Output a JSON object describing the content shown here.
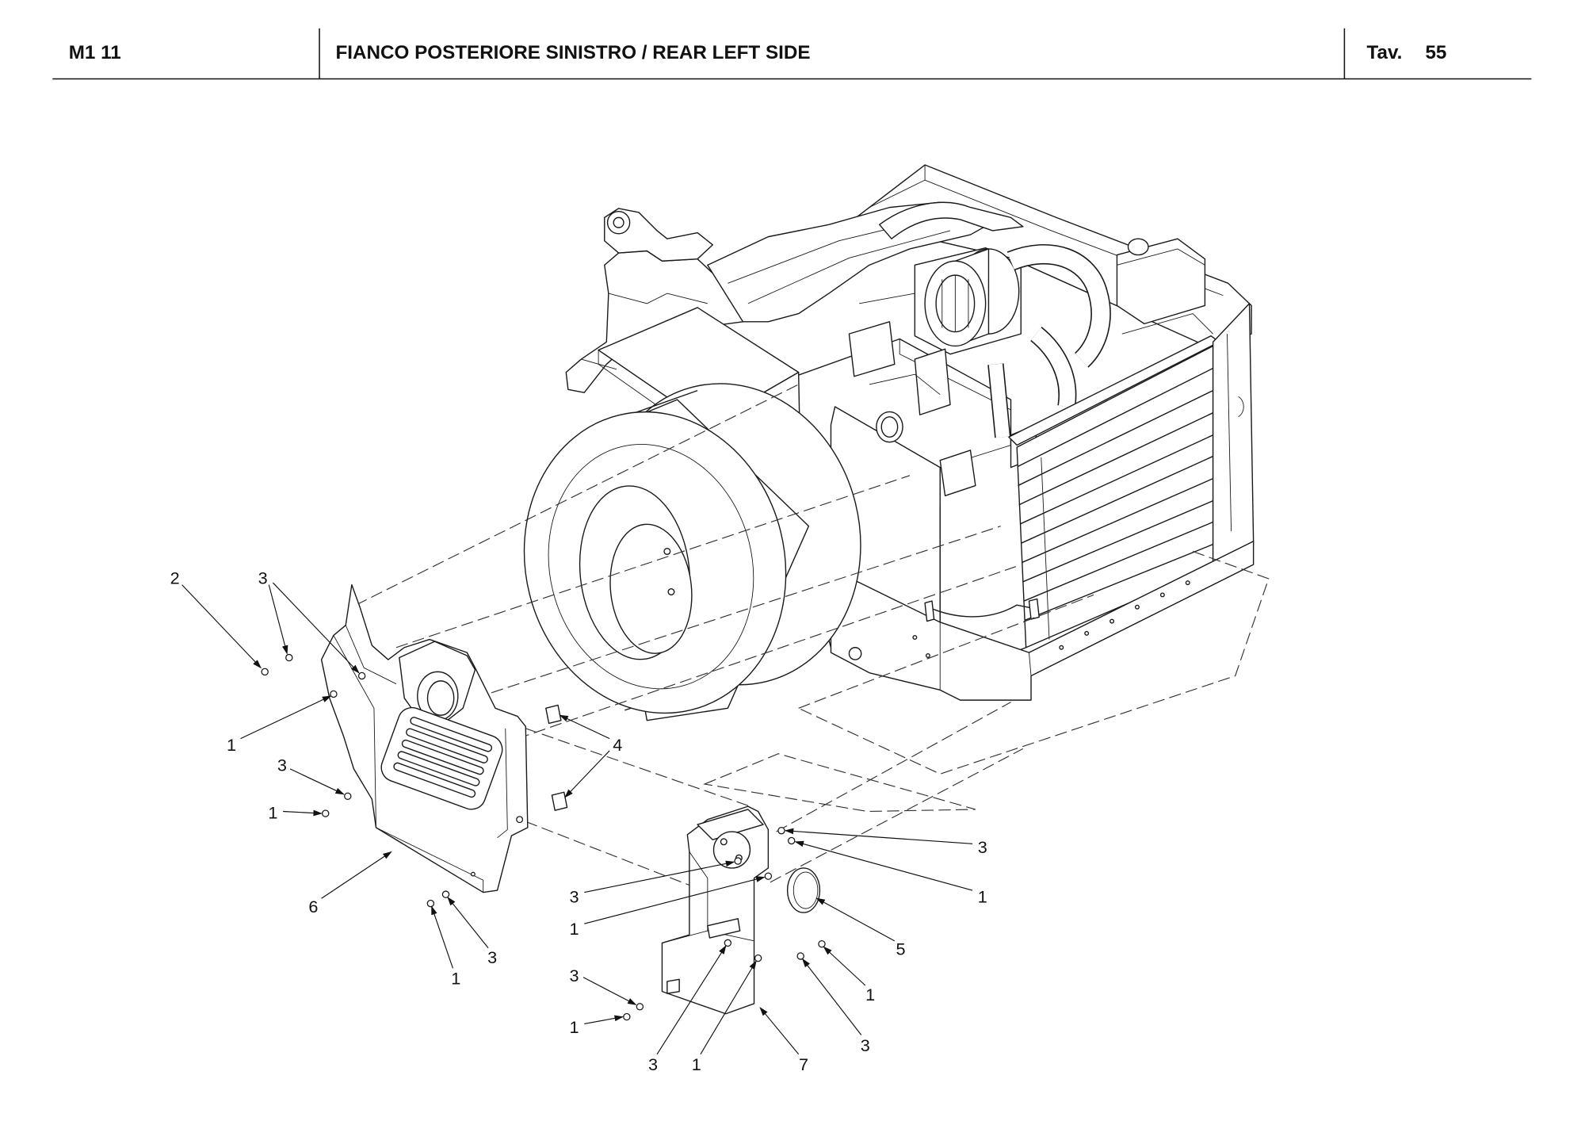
{
  "header": {
    "code": "M1 11",
    "title": "FIANCO POSTERIORE SINISTRO / REAR LEFT SIDE",
    "table_label": "Tav.",
    "table_number": "55"
  },
  "callouts": [
    "2",
    "3",
    "1",
    "4",
    "3",
    "1",
    "6",
    "1",
    "3",
    "3",
    "1",
    "3",
    "1",
    "5",
    "3",
    "1",
    "3",
    "1",
    "7",
    "1",
    "3"
  ]
}
